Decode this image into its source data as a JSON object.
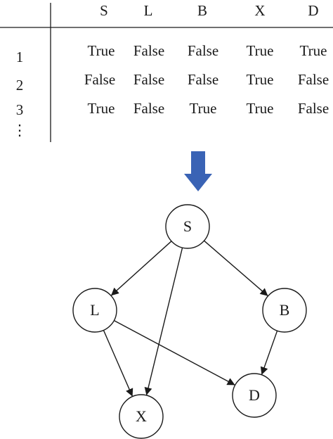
{
  "table": {
    "columns": [
      "S",
      "L",
      "B",
      "X",
      "D"
    ],
    "rows": [
      {
        "index": "1",
        "values": [
          "True",
          "False",
          "False",
          "True",
          "True"
        ]
      },
      {
        "index": "2",
        "values": [
          "False",
          "False",
          "False",
          "True",
          "False"
        ]
      },
      {
        "index": "3",
        "values": [
          "True",
          "False",
          "True",
          "True",
          "False"
        ]
      }
    ],
    "ellipsis": "⋮"
  },
  "arrow": {
    "color": "#3a63b5",
    "direction": "down"
  },
  "graph": {
    "nodes": [
      {
        "id": "S",
        "label": "S"
      },
      {
        "id": "L",
        "label": "L"
      },
      {
        "id": "B",
        "label": "B"
      },
      {
        "id": "X",
        "label": "X"
      },
      {
        "id": "D",
        "label": "D"
      }
    ],
    "edges": [
      {
        "from": "S",
        "to": "L"
      },
      {
        "from": "S",
        "to": "B"
      },
      {
        "from": "S",
        "to": "X"
      },
      {
        "from": "L",
        "to": "X"
      },
      {
        "from": "L",
        "to": "D"
      },
      {
        "from": "B",
        "to": "D"
      }
    ]
  }
}
